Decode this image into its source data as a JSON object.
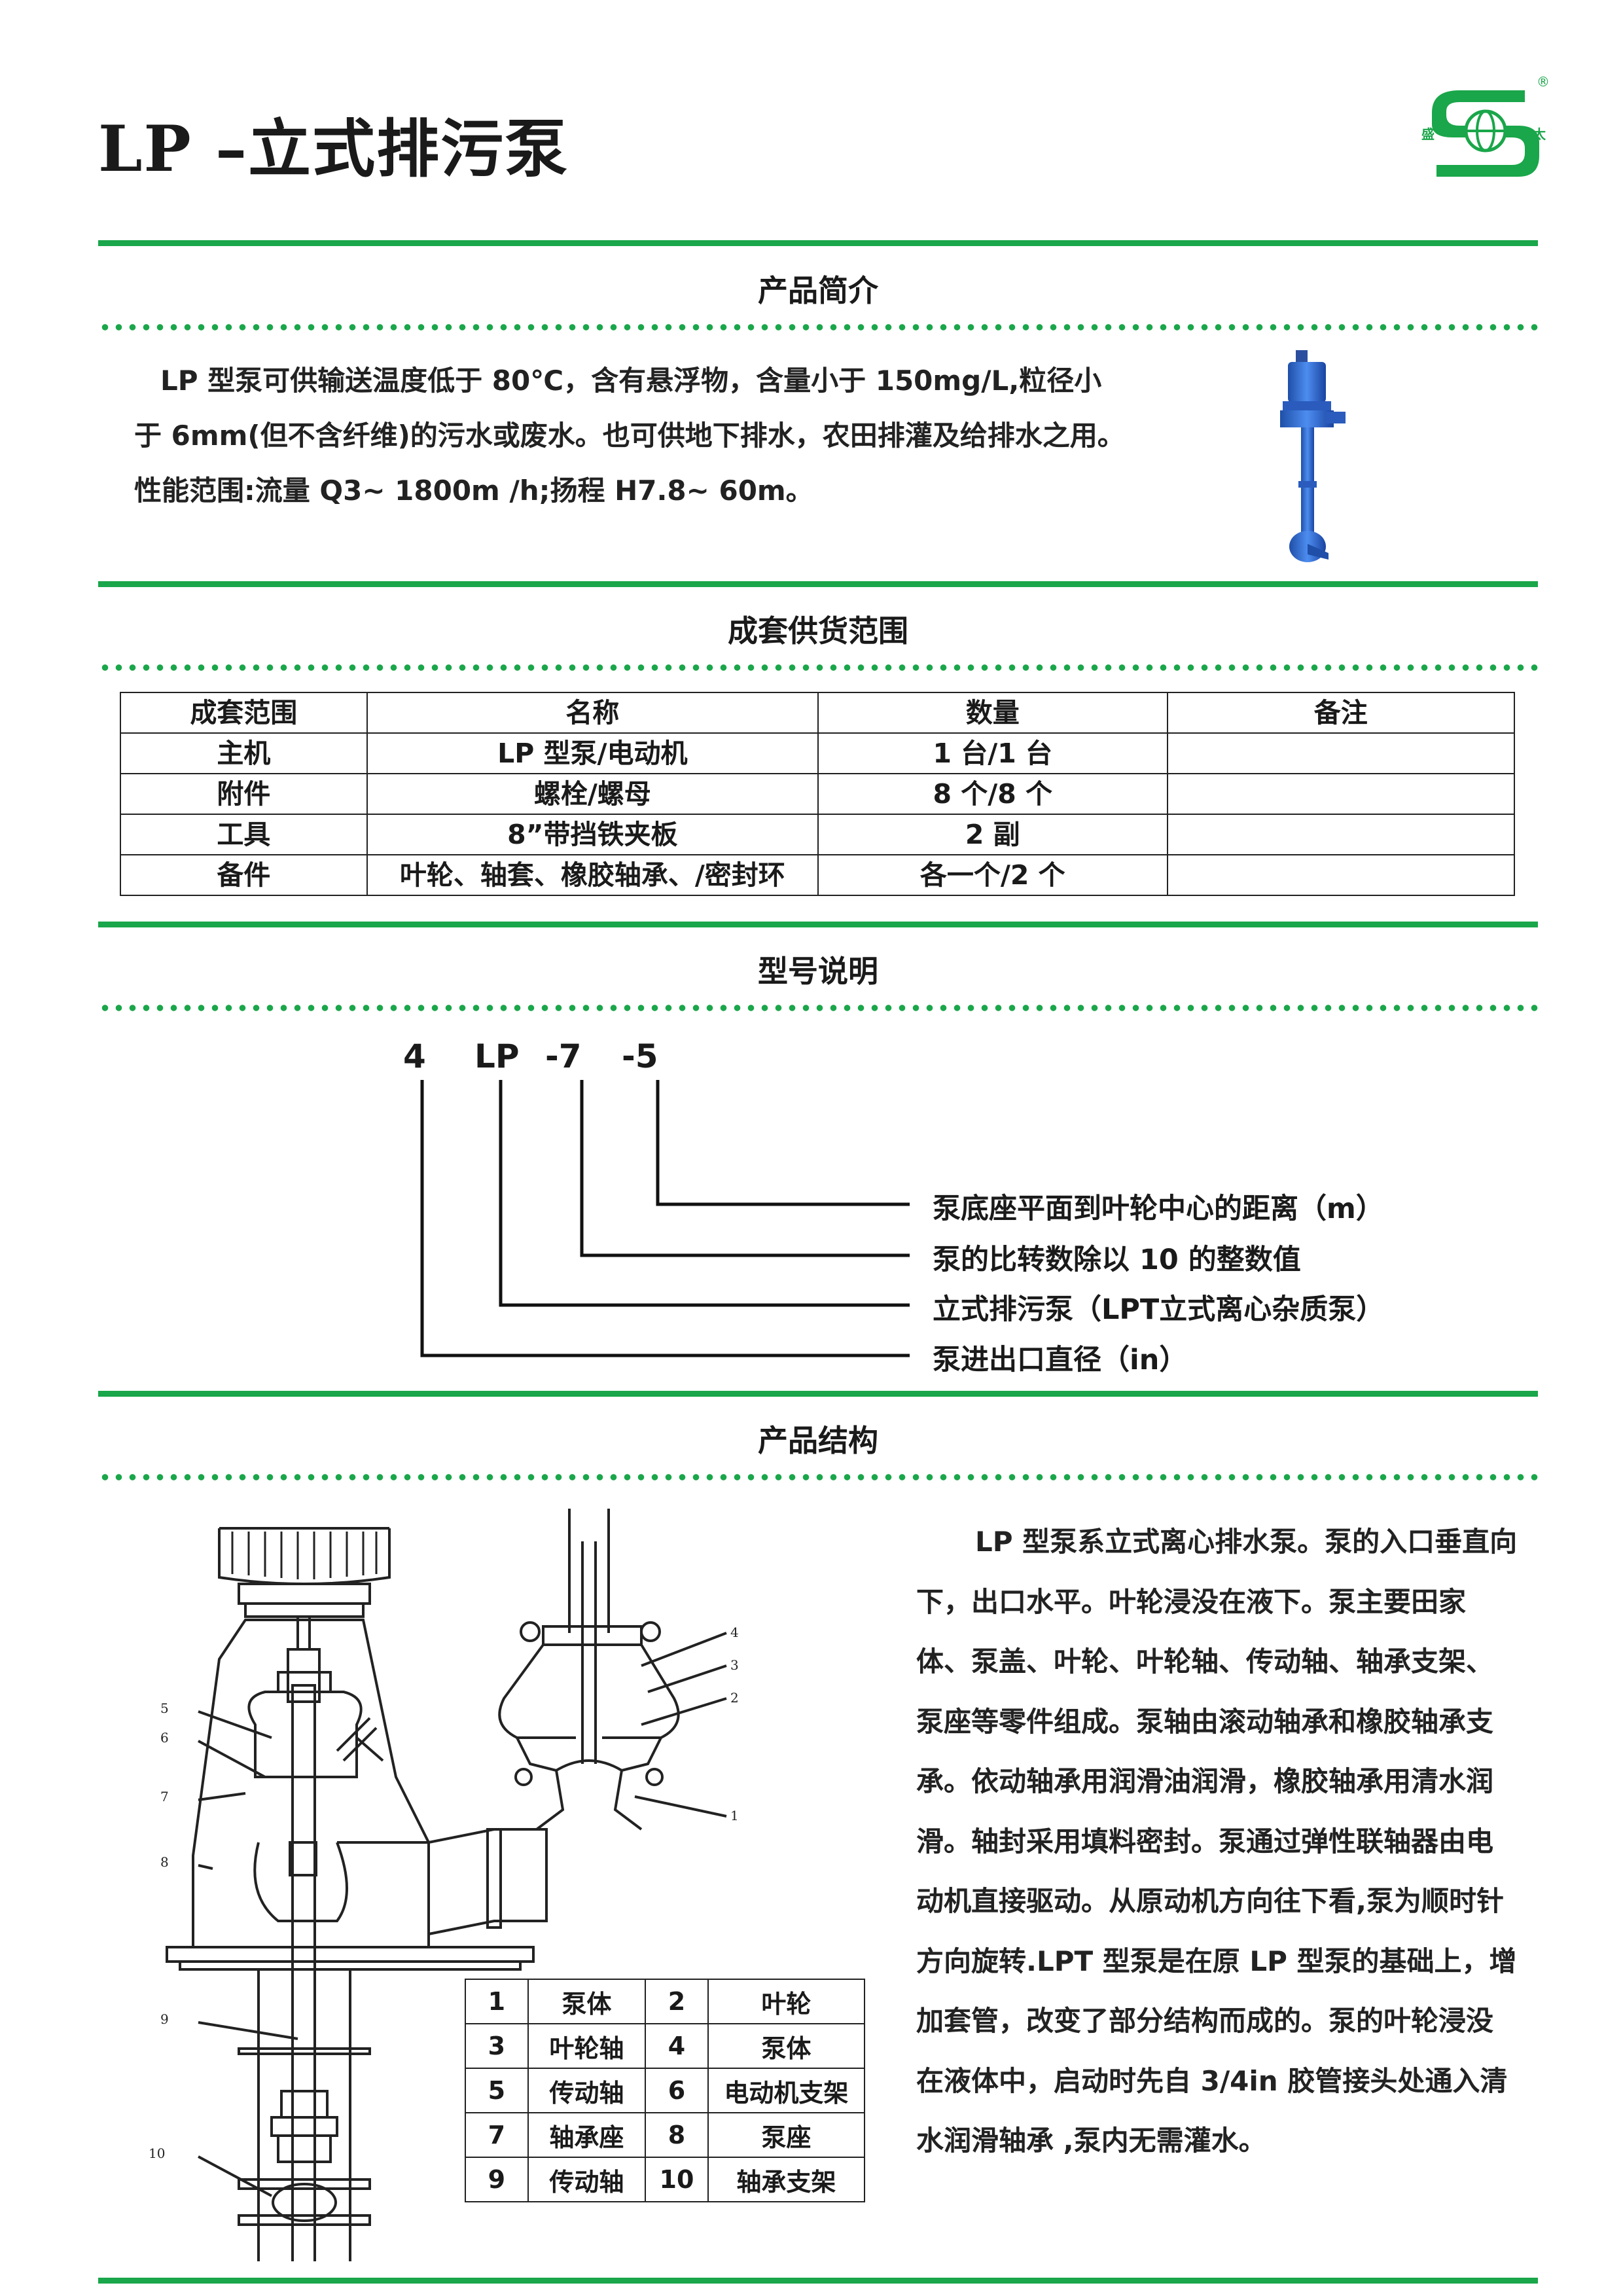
{
  "header": {
    "title": "LP –立式排污泵",
    "logo": {
      "left_char": "盛",
      "right_char": "太",
      "registered": "®"
    }
  },
  "sections": {
    "intro": "产品简介",
    "supply": "成套供货范围",
    "model": "型号说明",
    "structure": "产品结构"
  },
  "intro": {
    "para1": "LP 型泵可供输送温度低于 80℃，含有悬浮物，含量小于 150mg/L,粒径小于 6mm(但不含纤维)的污水或废水。也可供地下排水，农田排灌及给排水之用。",
    "para2": "性能范围:流量 Q3~ 1800m /h;扬程 H7.8~ 60m。"
  },
  "supply_table": {
    "headers": [
      "成套范围",
      "名称",
      "数量",
      "备注"
    ],
    "rows": [
      [
        "主机",
        "LP 型泵/电动机",
        "1 台/1 台",
        ""
      ],
      [
        "附件",
        "螺栓/螺母",
        "8 个/8 个",
        ""
      ],
      [
        "工具",
        "8”带挡铁夹板",
        "2 副",
        ""
      ],
      [
        "备件",
        "叶轮、轴套、橡胶轴承、/密封环",
        "各一个/2 个",
        ""
      ]
    ]
  },
  "model": {
    "parts": [
      "4",
      "LP",
      "-7",
      "-5"
    ],
    "descriptions": [
      "泵底座平面到叶轮中心的距离（m）",
      "泵的比转数除以 10 的整数值",
      "立式排污泵（LPT立式离心杂质泵）",
      "泵进出口直径（in）"
    ]
  },
  "structure": {
    "text": "LP 型泵系立式离心排水泵。泵的入口垂直向下，出口水平。叶轮浸没在液下。泵主要田家体、泵盖、叶轮、叶轮轴、传动轴、轴承支架、泵座等零件组成。泵轴由滚动轴承和橡胶轴承支承。依动轴承用润滑油润滑，橡胶轴承用清水润滑。轴封采用填料密封。泵通过弹性联轴器由电动机直接驱动。从原动机方向往下看,泵为顺时针方向旋转.LPT 型泵是在原 LP 型泵的基础上，增加套管，改变了部分结构而成的。泵的叶轮浸没在液体中，启动时先自 3/4in 胶管接头处通入清水润滑轴承 ,泵内无需灌水。",
    "parts_table": [
      [
        "1",
        "泵体",
        "2",
        "叶轮"
      ],
      [
        "3",
        "叶轮轴",
        "4",
        "泵体"
      ],
      [
        "5",
        "传动轴",
        "6",
        "电动机支架"
      ],
      [
        "7",
        "轴承座",
        "8",
        "泵座"
      ],
      [
        "9",
        "传动轴",
        "10",
        "轴承支架"
      ]
    ],
    "drawing_labels": [
      "5",
      "6",
      "7",
      "8",
      "9",
      "10"
    ],
    "detail_labels": [
      "4",
      "3",
      "2",
      "1"
    ]
  },
  "colors": {
    "accent": "#1aa64a",
    "pump": "#2a6bd1"
  }
}
